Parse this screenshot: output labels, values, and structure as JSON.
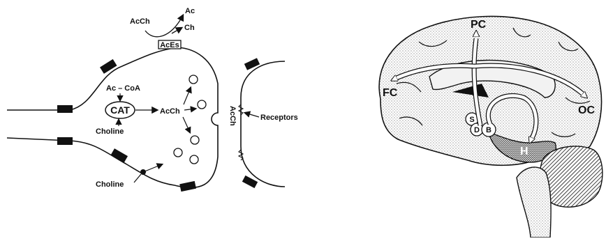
{
  "synapse": {
    "acetylcholine_top": "AcCh",
    "acetate": "Ac",
    "choline_top": "Ch",
    "enzyme_box": "AcEs",
    "acetyl_coa": "Ac – CoA",
    "cat": "CAT",
    "choline_mid": "Choline",
    "acetylcholine_mid": "AcCh",
    "acetylcholine_cleft": "AcCh",
    "receptors": "Receptors",
    "choline_bottom": "Choline"
  },
  "brain": {
    "pc": "PC",
    "fc": "FC",
    "oc": "OC",
    "s": "S",
    "d": "D",
    "b": "B",
    "h": "H"
  }
}
